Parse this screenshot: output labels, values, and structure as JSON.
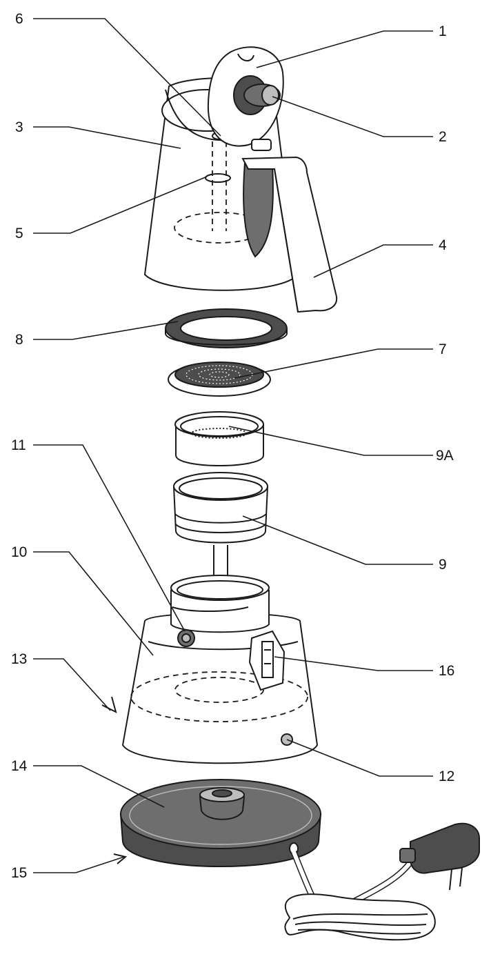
{
  "labels": {
    "l1": "1",
    "l2": "2",
    "l3": "3",
    "l4": "4",
    "l5": "5",
    "l6": "6",
    "l7": "7",
    "l8": "8",
    "l9a": "9A",
    "l9": "9",
    "l10": "10",
    "l11": "11",
    "l12": "12",
    "l13": "13",
    "l14": "14",
    "l15": "15",
    "l16": "16"
  },
  "colors": {
    "line": "#1a1a1a",
    "part_dark": "#4d4d4d",
    "part_mid": "#6e6e6e",
    "part_light": "#bdbdbd",
    "background": "#ffffff"
  }
}
